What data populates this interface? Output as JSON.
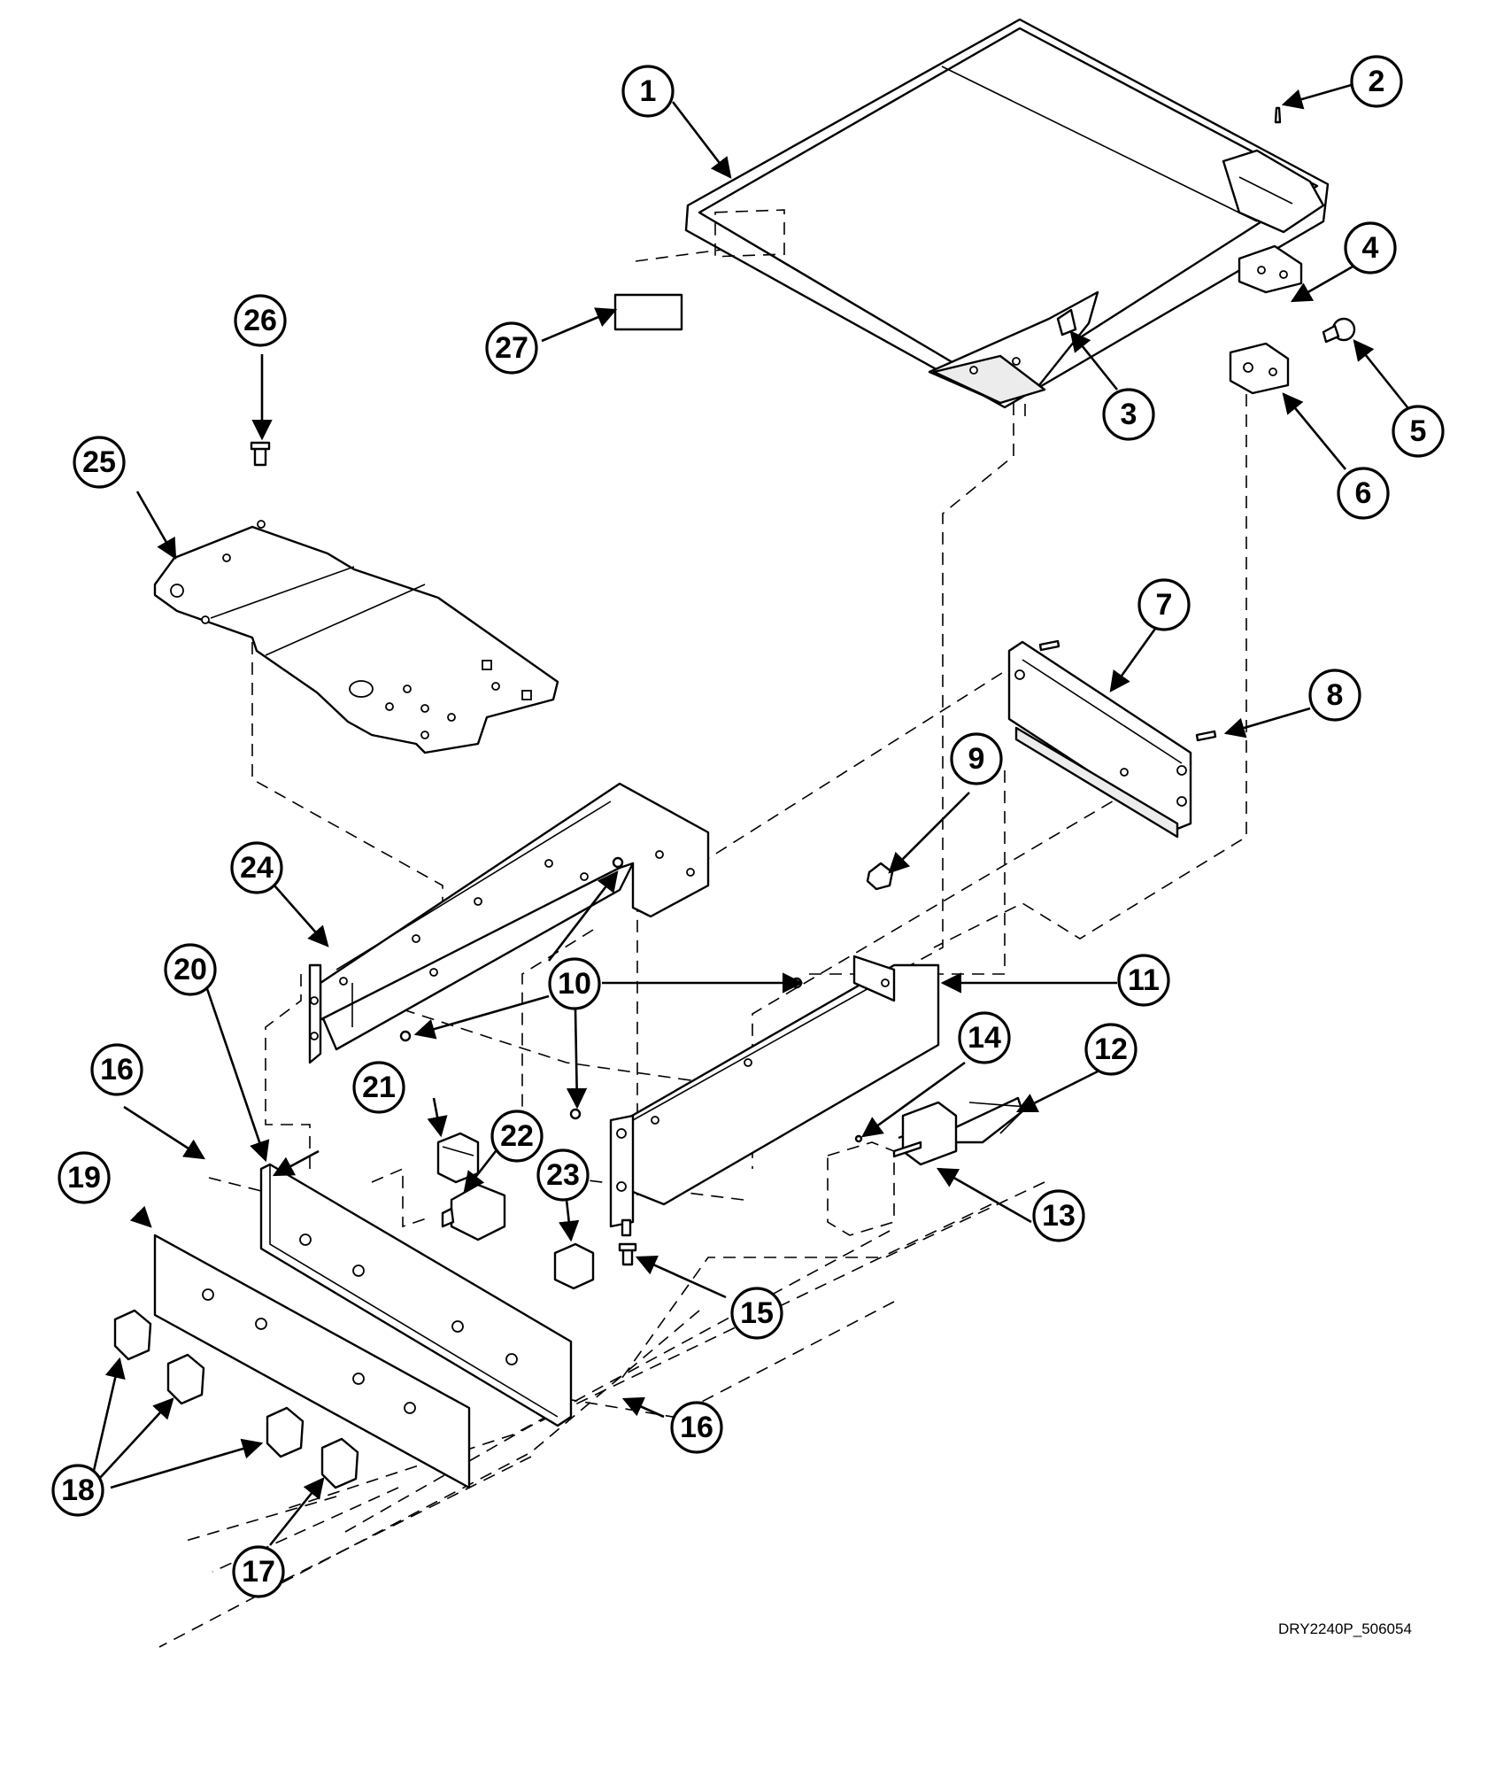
{
  "diagram": {
    "drawing_id": "DRY2240P_506054",
    "callouts": [
      {
        "key": "c1",
        "label": "1"
      },
      {
        "key": "c2",
        "label": "2"
      },
      {
        "key": "c3",
        "label": "3"
      },
      {
        "key": "c4",
        "label": "4"
      },
      {
        "key": "c5",
        "label": "5"
      },
      {
        "key": "c6",
        "label": "6"
      },
      {
        "key": "c7",
        "label": "7"
      },
      {
        "key": "c8",
        "label": "8"
      },
      {
        "key": "c9",
        "label": "9"
      },
      {
        "key": "c10",
        "label": "10"
      },
      {
        "key": "c11",
        "label": "11"
      },
      {
        "key": "c12",
        "label": "12"
      },
      {
        "key": "c13",
        "label": "13"
      },
      {
        "key": "c14",
        "label": "14"
      },
      {
        "key": "c15",
        "label": "15"
      },
      {
        "key": "c16a",
        "label": "16"
      },
      {
        "key": "c16b",
        "label": "16"
      },
      {
        "key": "c17",
        "label": "17"
      },
      {
        "key": "c18",
        "label": "18"
      },
      {
        "key": "c19",
        "label": "19"
      },
      {
        "key": "c20",
        "label": "20"
      },
      {
        "key": "c21",
        "label": "21"
      },
      {
        "key": "c22",
        "label": "22"
      },
      {
        "key": "c23",
        "label": "23"
      },
      {
        "key": "c24",
        "label": "24"
      },
      {
        "key": "c25",
        "label": "25"
      },
      {
        "key": "c26",
        "label": "26"
      },
      {
        "key": "c27",
        "label": "27"
      }
    ]
  }
}
